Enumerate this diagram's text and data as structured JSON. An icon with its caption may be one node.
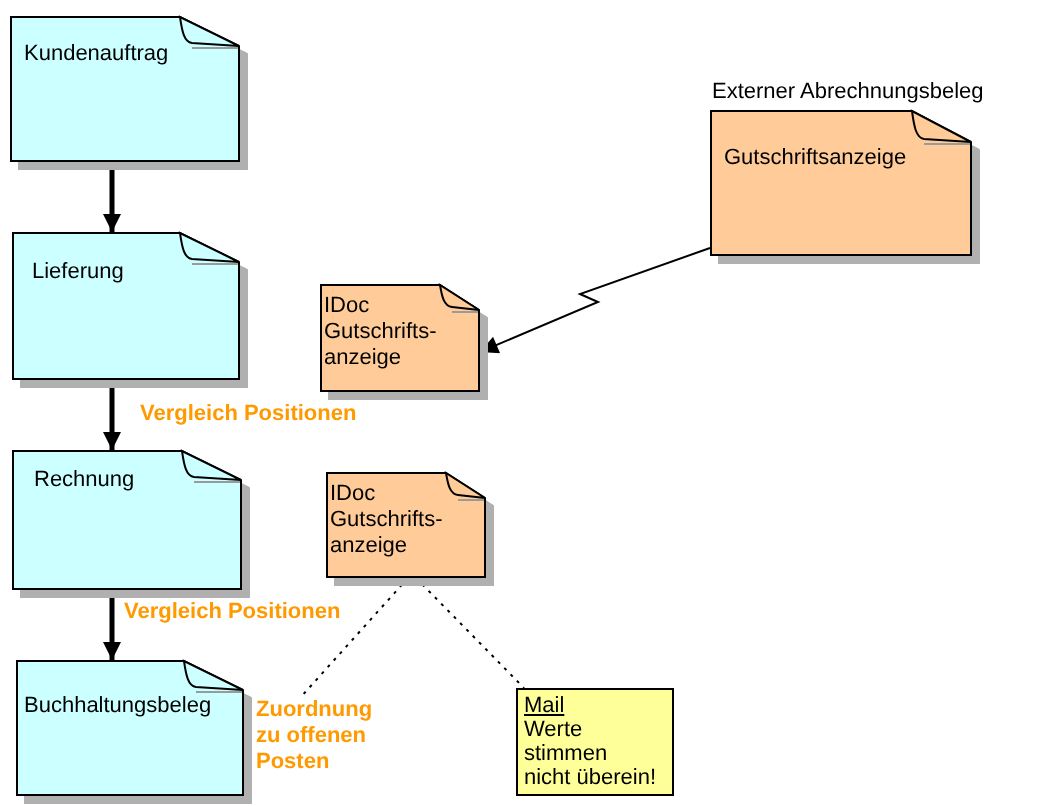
{
  "diagram": {
    "nodes": [
      {
        "text": [
          "Kundenauftrag"
        ]
      },
      {
        "text": [
          "Externer Abrechnungsbeleg",
          "Gutschriftsanzeige"
        ]
      },
      {
        "text": [
          "Lieferung"
        ]
      },
      {
        "text": [
          "IDoc Gutschrifts- anzeige"
        ]
      },
      {
        "text": [
          "Rechnung"
        ]
      },
      {
        "text": [
          "IDoc Gutschrifts- anzeige"
        ]
      },
      {
        "text": [
          "Buchhaltungsbeleg"
        ]
      },
      {
        "text": [
          "Zuordnung zu offenen Posten"
        ]
      },
      {
        "text": [
          "Mail",
          "Werte stimmen nicht überein!"
        ]
      }
    ],
    "edges": [
      {
        "from": 0,
        "to": 2,
        "arrow": "to",
        "style": "thick"
      },
      {
        "from": 2,
        "to": 4,
        "arrow": "to",
        "style": "thick"
      },
      {
        "from": 4,
        "to": 6,
        "arrow": "to",
        "style": "thick"
      },
      {
        "from": 1,
        "to": 3,
        "arrow": "to"
      },
      {
        "from": 5,
        "to": 7,
        "arrow": "none",
        "style": "dashed"
      },
      {
        "from": 5,
        "to": 8,
        "arrow": "none",
        "style": "dashed"
      }
    ],
    "labels": [
      "Vergleich Positionen",
      "Vergleich Positionen"
    ]
  }
}
